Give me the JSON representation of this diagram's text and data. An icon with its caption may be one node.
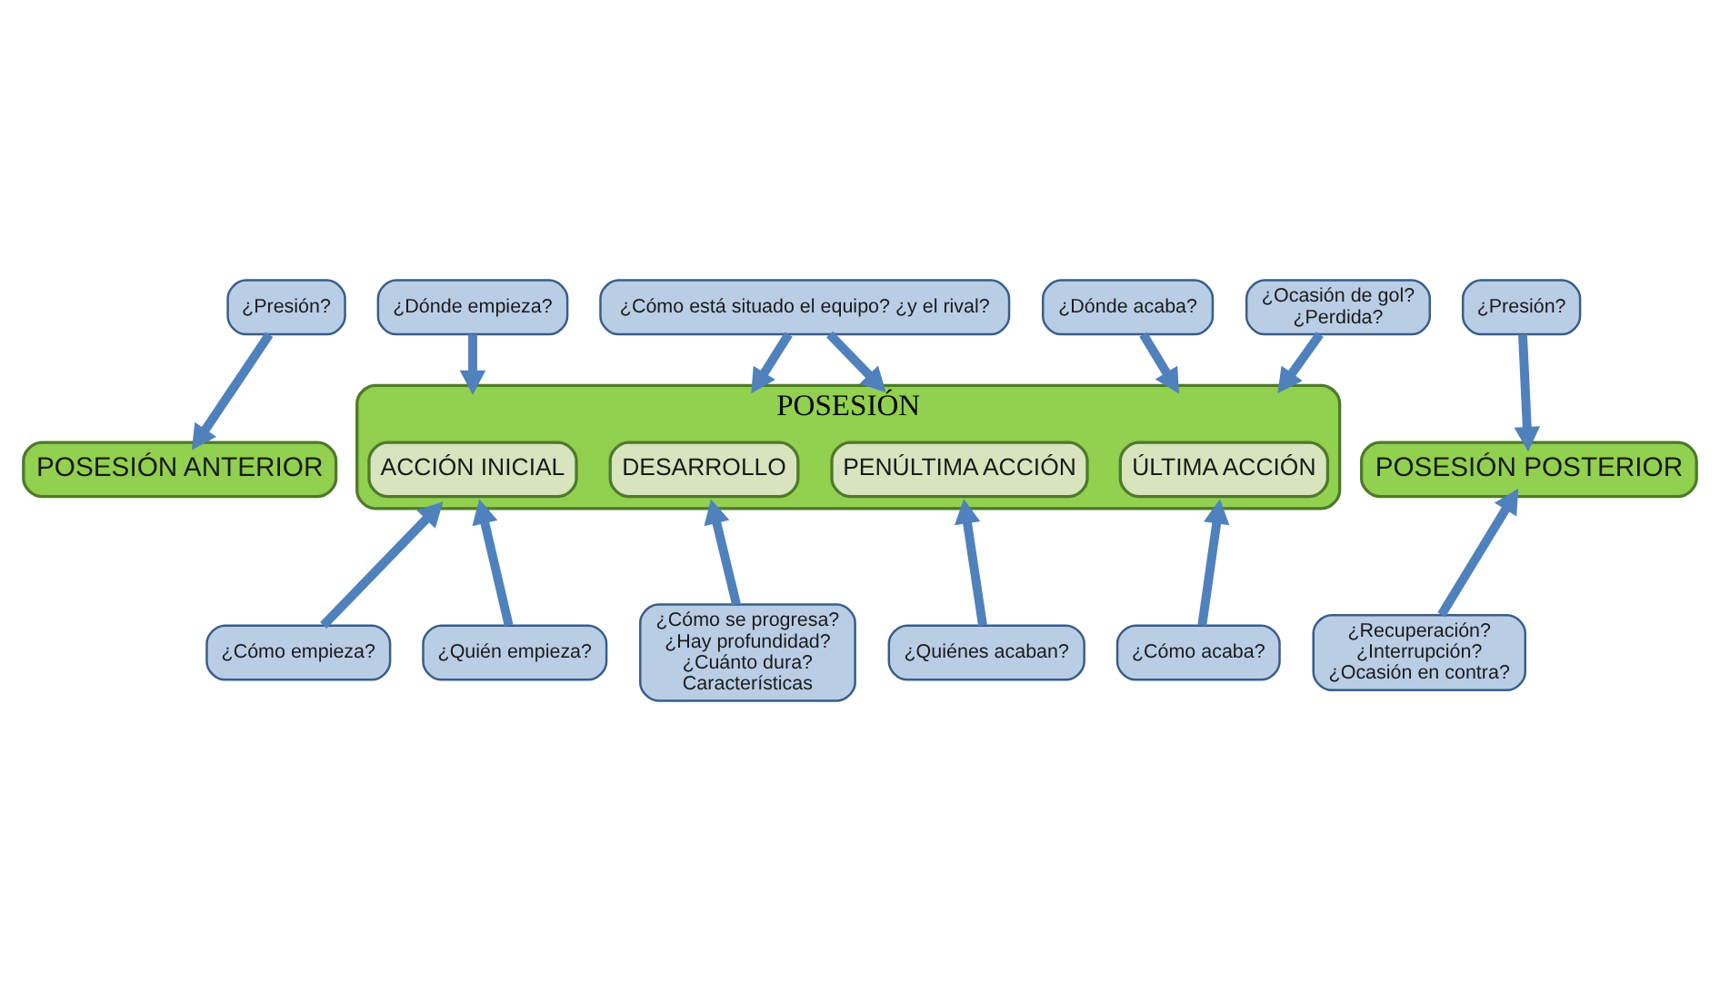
{
  "diagram": {
    "nodes": [
      {
        "text": [
          "POSESIÓN ANTERIOR"
        ]
      },
      {
        "text": [
          "POSESIÓN"
        ]
      },
      {
        "text": [
          "ACCIÓN INICIAL"
        ],
        "in": 1
      },
      {
        "text": [
          "DESARROLLO"
        ],
        "in": 1
      },
      {
        "text": [
          "PENÚLTIMA ACCIÓN"
        ],
        "in": 1
      },
      {
        "text": [
          "ÚLTIMA ACCIÓN"
        ],
        "in": 1
      },
      {
        "text": [
          "POSESIÓN POSTERIOR"
        ]
      },
      {
        "text": [
          "¿Presión?"
        ]
      },
      {
        "text": [
          "¿Dónde empieza?"
        ]
      },
      {
        "text": [
          "¿Cómo está situado el equipo? ¿y el rival?"
        ]
      },
      {
        "text": [
          "¿Dónde acaba?"
        ]
      },
      {
        "text": [
          "¿Ocasión de gol?",
          "¿Perdida?"
        ]
      },
      {
        "text": [
          "¿Presión?"
        ]
      },
      {
        "text": [
          "¿Cómo empieza?"
        ]
      },
      {
        "text": [
          "¿Quién empieza?"
        ]
      },
      {
        "text": [
          "¿Cómo se progresa?",
          "¿Hay profundidad?",
          "¿Cuánto dura?",
          "Características"
        ]
      },
      {
        "text": [
          "¿Quiénes acaban?"
        ]
      },
      {
        "text": [
          "¿Cómo acaba?"
        ]
      },
      {
        "text": [
          "¿Recuperación?",
          "¿Interrupción?",
          "¿Ocasión en contra?"
        ]
      }
    ],
    "edges": [
      {
        "from": 7,
        "to": 0,
        "arrow": "to"
      },
      {
        "from": 8,
        "to": 1,
        "arrow": "to"
      },
      {
        "from": 9,
        "to": 1,
        "arrow": "to"
      },
      {
        "from": 9,
        "to": 1,
        "arrow": "to"
      },
      {
        "from": 10,
        "to": 1,
        "arrow": "to"
      },
      {
        "from": 11,
        "to": 1,
        "arrow": "to"
      },
      {
        "from": 12,
        "to": 6,
        "arrow": "to"
      },
      {
        "from": 13,
        "to": 1,
        "arrow": "to"
      },
      {
        "from": 14,
        "to": 1,
        "arrow": "to"
      },
      {
        "from": 15,
        "to": 1,
        "arrow": "to"
      },
      {
        "from": 16,
        "to": 1,
        "arrow": "to"
      },
      {
        "from": 17,
        "to": 1,
        "arrow": "to"
      },
      {
        "from": 18,
        "to": 6,
        "arrow": "to"
      }
    ]
  }
}
